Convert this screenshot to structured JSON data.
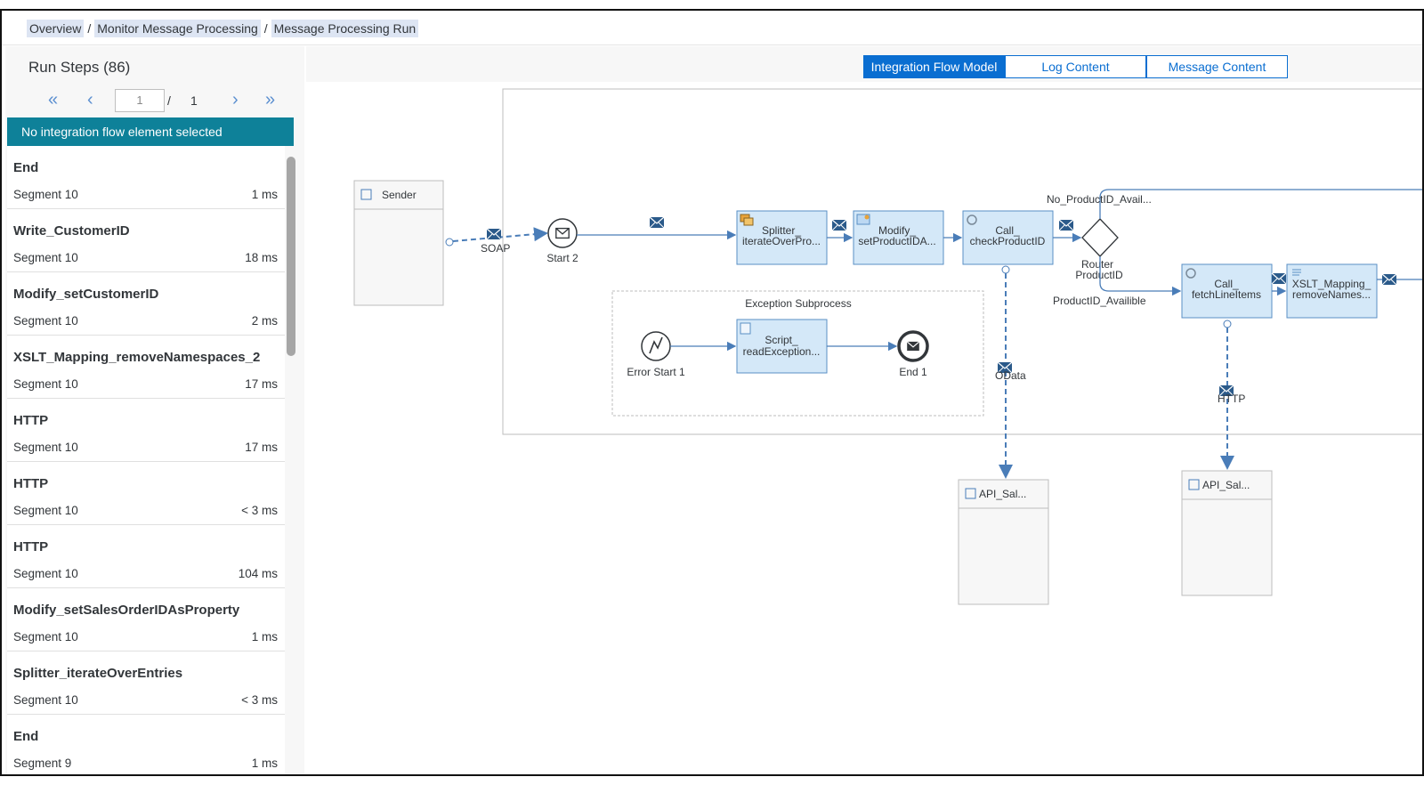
{
  "breadcrumb": {
    "items": [
      "Overview",
      "Monitor Message Processing",
      "Message Processing Run"
    ],
    "separator": "/"
  },
  "run_steps": {
    "title": "Run Steps (86)",
    "pager": {
      "current": "1",
      "slash": "/",
      "total": "1"
    },
    "selection_banner": "No integration flow element selected",
    "items": [
      {
        "name": "End",
        "segment": "Segment 10",
        "duration": "1 ms"
      },
      {
        "name": "Write_CustomerID",
        "segment": "Segment 10",
        "duration": "18 ms"
      },
      {
        "name": "Modify_setCustomerID",
        "segment": "Segment 10",
        "duration": "2 ms"
      },
      {
        "name": "XSLT_Mapping_removeNamespaces_2",
        "segment": "Segment 10",
        "duration": "17 ms"
      },
      {
        "name": "HTTP",
        "segment": "Segment 10",
        "duration": "17 ms"
      },
      {
        "name": "HTTP",
        "segment": "Segment 10",
        "duration": "< 3 ms"
      },
      {
        "name": "HTTP",
        "segment": "Segment 10",
        "duration": "104 ms"
      },
      {
        "name": "Modify_setSalesOrderIDAsProperty",
        "segment": "Segment 10",
        "duration": "1 ms"
      },
      {
        "name": "Splitter_iterateOverEntries",
        "segment": "Segment 10",
        "duration": "< 3 ms"
      },
      {
        "name": "End",
        "segment": "Segment 9",
        "duration": "1 ms"
      }
    ]
  },
  "view_tabs": [
    {
      "label": "Integration Flow Model",
      "active": true
    },
    {
      "label": "Log Content",
      "active": false
    },
    {
      "label": "Message Content",
      "active": false
    }
  ],
  "diagram": {
    "sender": "Sender",
    "soap_label": "SOAP",
    "start_event": "Start 2",
    "splitter": [
      "Splitter_",
      "iterateOverPro..."
    ],
    "modify": [
      "Modify_",
      "setProductIDA..."
    ],
    "call_check": [
      "Call_",
      "checkProductID"
    ],
    "router": [
      "Router",
      "ProductID"
    ],
    "no_product_route": "No_ProductID_Avail...",
    "product_available_route": "ProductID_Availible",
    "call_fetch": [
      "Call_",
      "fetchLineItems"
    ],
    "xslt": [
      "XSLT_Mapping_",
      "removeNames..."
    ],
    "odata_label": "OData",
    "http_label": "HTTP",
    "receiver_1": "API_Sal...",
    "receiver_2": "API_Sal...",
    "exception_subprocess": "Exception Subprocess",
    "error_start": "Error Start 1",
    "script": [
      "Script_",
      "readException..."
    ],
    "end_event": "End 1"
  },
  "colors": {
    "accent": "#0a6ed1",
    "banner": "#0e8199",
    "task_fill": "#d4e8f8",
    "task_stroke": "#5a8fc4"
  }
}
